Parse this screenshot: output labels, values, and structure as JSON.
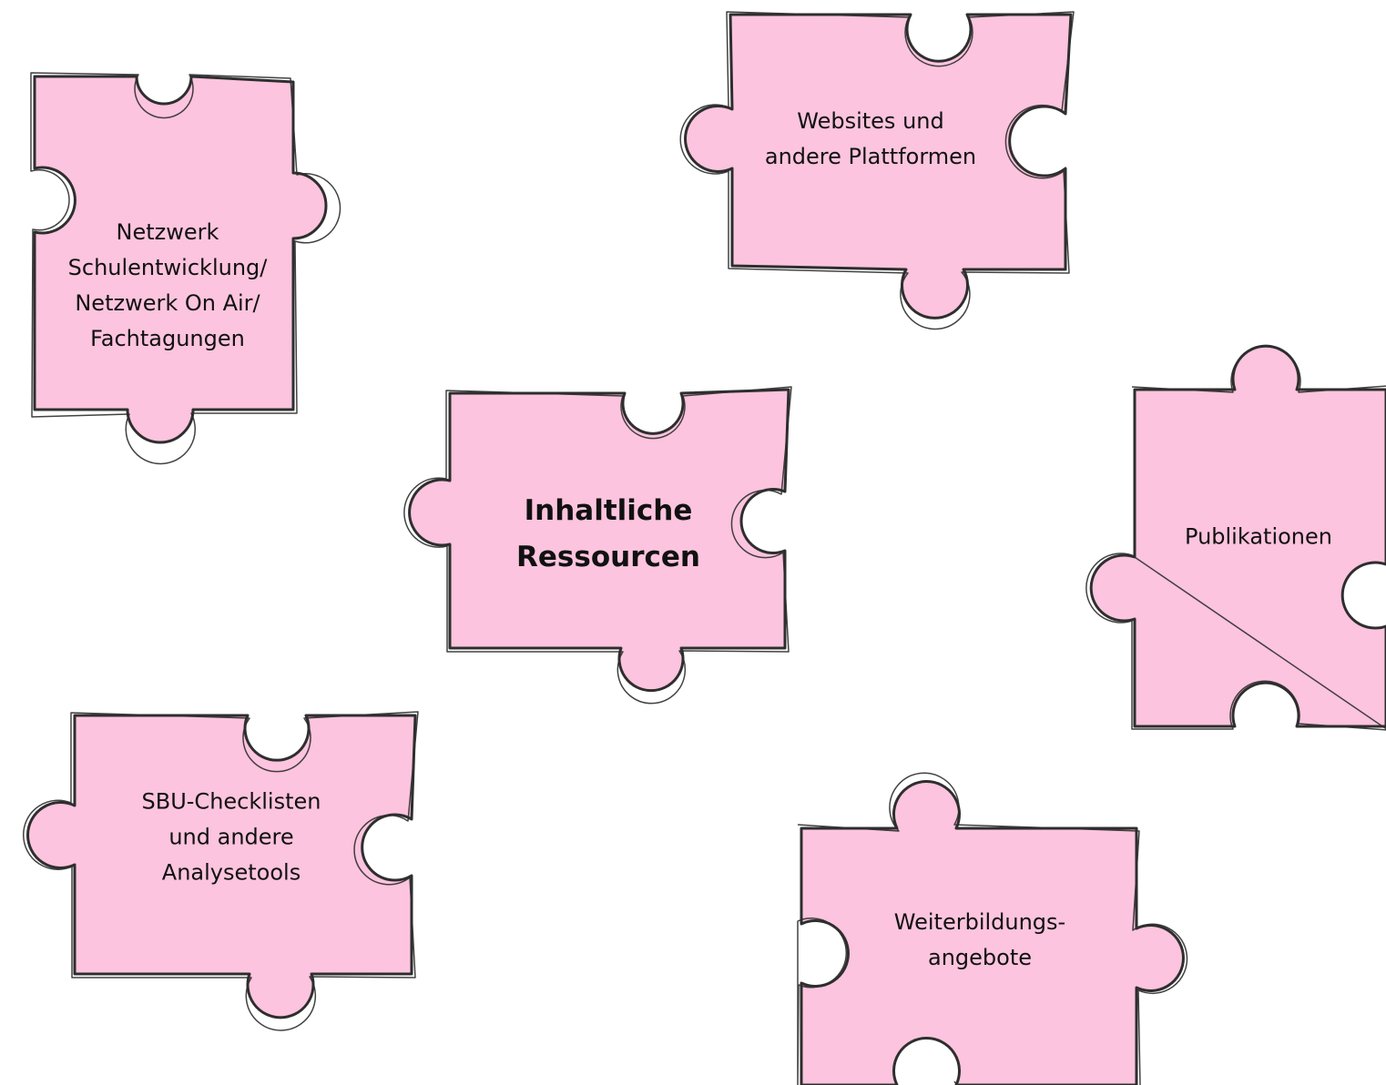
{
  "colors": {
    "piece_fill": "#fcc4de",
    "piece_outline": "#2e2e2e",
    "background": "#ffffff"
  },
  "pieces": {
    "netzwerk": {
      "lines": [
        "Netzwerk",
        "Schulentwicklung/",
        "Netzwerk On Air/",
        "Fachtagungen"
      ]
    },
    "websites": {
      "lines": [
        "Websites und",
        "andere Plattformen"
      ]
    },
    "center": {
      "lines": [
        "Inhaltliche",
        "Ressourcen"
      ]
    },
    "publikationen": {
      "lines": [
        "Publikationen"
      ]
    },
    "sbu": {
      "lines": [
        "SBU-Checklisten",
        "und andere",
        "Analysetools"
      ]
    },
    "weiterbildung": {
      "lines": [
        "Weiterbildungs-",
        "angebote"
      ]
    }
  }
}
